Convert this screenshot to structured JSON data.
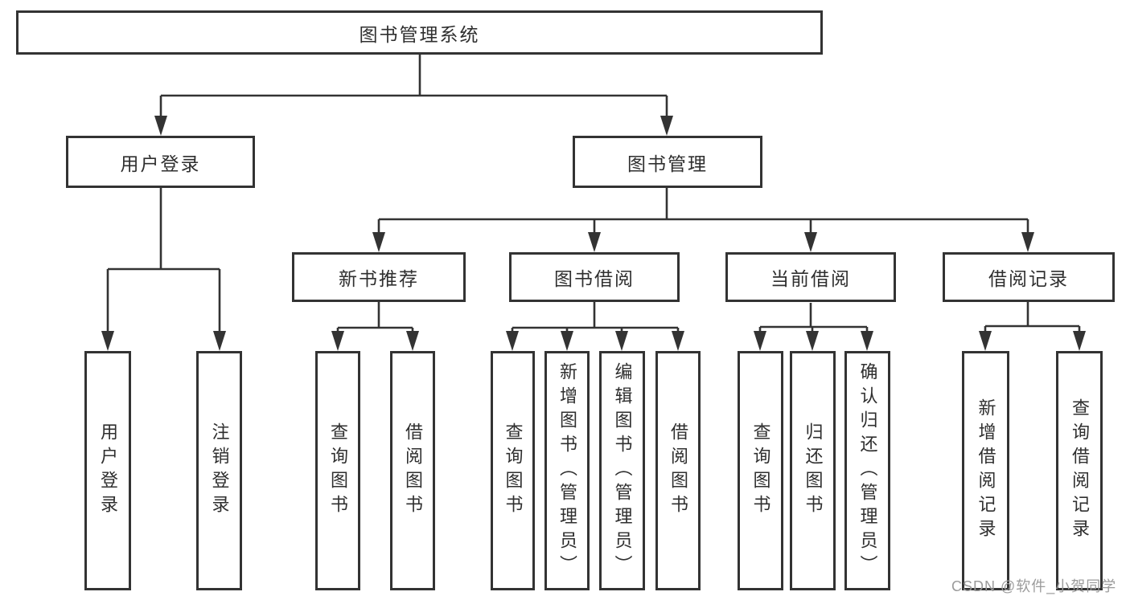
{
  "diagram": {
    "root": "图书管理系统",
    "level2": {
      "user_login": "用户登录",
      "book_management": "图书管理"
    },
    "level3": {
      "new_book": "新书推荐",
      "book_borrow": "图书借阅",
      "current_borrow": "当前借阅",
      "borrow_record": "借阅记录"
    },
    "leaves": {
      "user_login": [
        "用户登录",
        "注销登录"
      ],
      "new_book": [
        "查询图书",
        "借阅图书"
      ],
      "book_borrow": [
        "查询图书",
        "新增图书（管理员）",
        "编辑图书（管理员）",
        "借阅图书"
      ],
      "current_borrow": [
        "查询图书",
        "归还图书",
        "确认归还（管理员）"
      ],
      "borrow_record": [
        "新增借阅记录",
        "查询借阅记录"
      ]
    },
    "colors": {
      "line": "#333333",
      "text": "#2f2f2f",
      "box_fill": "#ffffff",
      "background": "#ffffff",
      "watermark": "#9b9b9b"
    }
  },
  "watermark": "CSDN @软件_小贺同学"
}
